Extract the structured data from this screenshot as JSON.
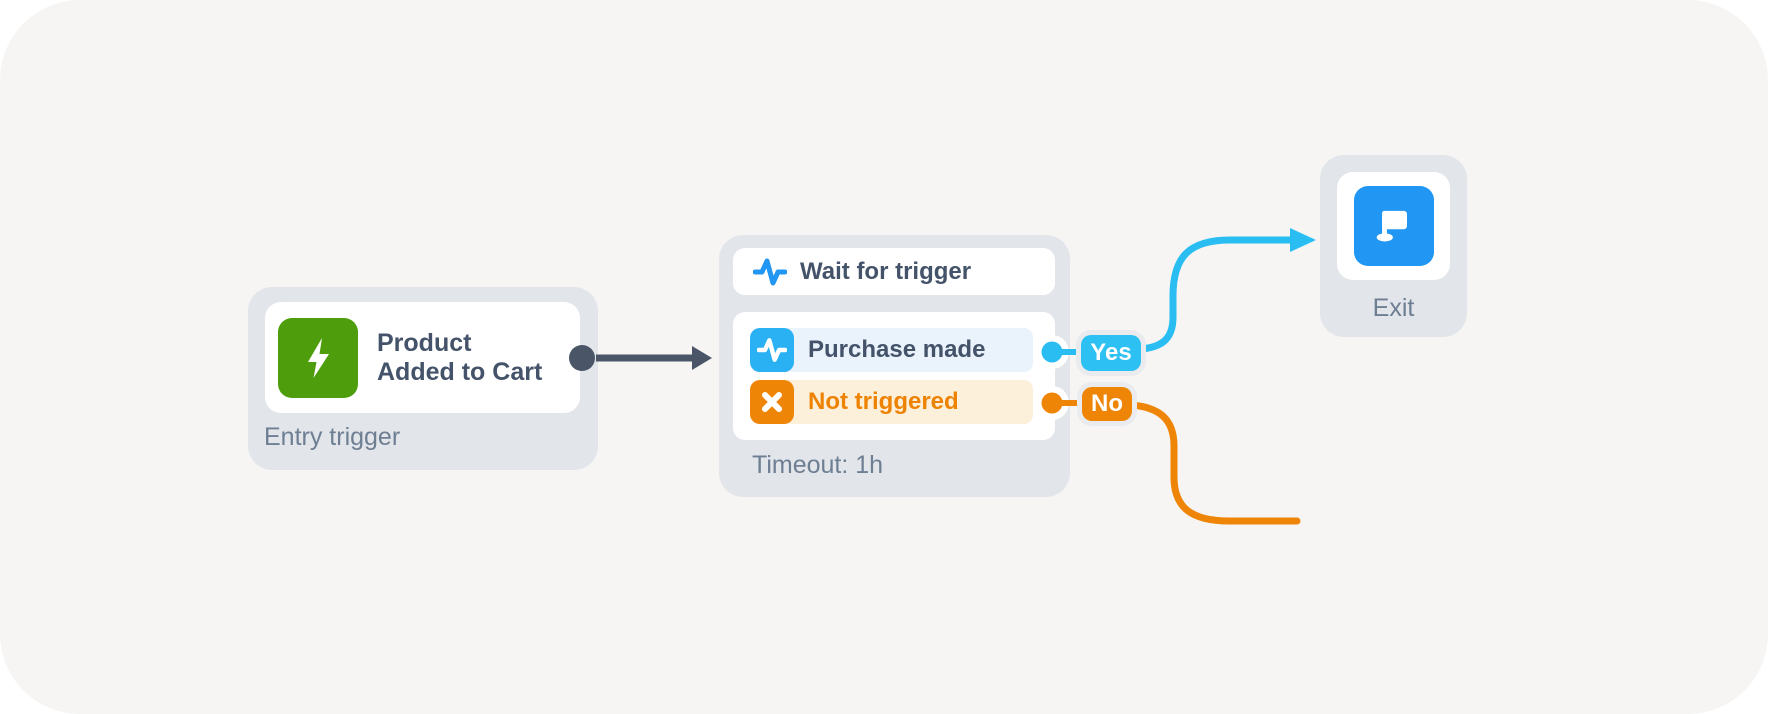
{
  "canvas": {
    "name": "automation-flow-canvas"
  },
  "nodes": {
    "entry": {
      "title_line1": "Product",
      "title_line2": "Added to Cart",
      "footer_label": "Entry trigger",
      "icon": "lightning-icon",
      "icon_color": "#4d9d0c"
    },
    "wait": {
      "header_label": "Wait for trigger",
      "header_icon": "pulse-icon",
      "branches": [
        {
          "label": "Purchase made",
          "icon": "pulse-icon",
          "icon_color": "#29b1f3",
          "row_color": "#eaf3fc",
          "text_color": "#44536a"
        },
        {
          "label": "Not triggered",
          "icon": "x-icon",
          "icon_color": "#ef8506",
          "row_color": "#fdf0da",
          "text_color": "#ee8303"
        }
      ],
      "footer_label": "Timeout: 1h"
    },
    "exit": {
      "label": "Exit",
      "icon": "flag-icon",
      "icon_color": "#2196f3"
    }
  },
  "edges": {
    "yes_label": "Yes",
    "no_label": "No",
    "yes_color": "#29bdf2",
    "no_color": "#ef8506",
    "entry_arrow_color": "#4a5568"
  },
  "colors": {
    "canvas_bg": "#f6f5f4",
    "node_container": "#e2e5e9",
    "card_bg": "#ffffff",
    "title_text": "#44536a",
    "muted_text": "#6e7e93"
  }
}
